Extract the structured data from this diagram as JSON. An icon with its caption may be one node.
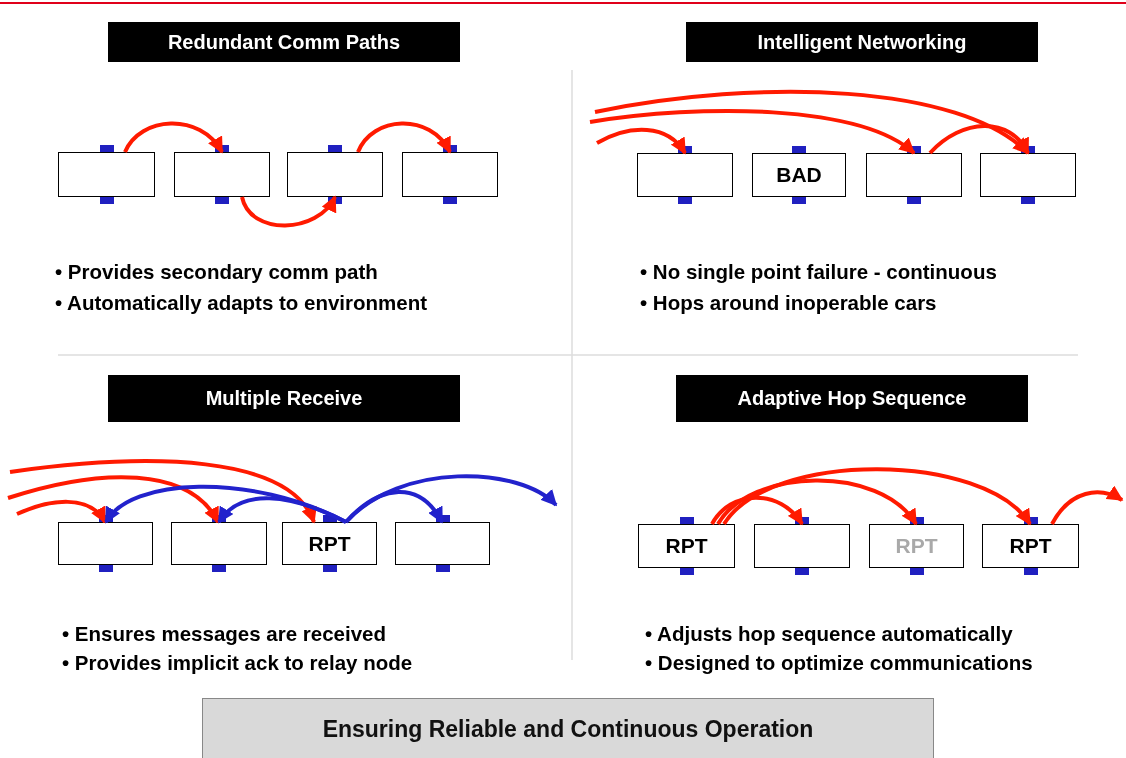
{
  "diagram": {
    "nodes": [
      {
        "text": [
          "Redundant Comm Paths"
        ]
      },
      {
        "text": [],
        "shape": "box"
      },
      {
        "text": [],
        "shape": "box"
      },
      {
        "text": [],
        "shape": "box"
      },
      {
        "text": [],
        "shape": "box"
      },
      {
        "text": [
          "Intelligent Networking"
        ]
      },
      {
        "text": [],
        "shape": "box"
      },
      {
        "text": [
          "BAD"
        ]
      },
      {
        "text": [],
        "shape": "box"
      },
      {
        "text": [],
        "shape": "box"
      },
      {
        "text": [
          "Multiple Receive"
        ]
      },
      {
        "text": [],
        "shape": "box"
      },
      {
        "text": [],
        "shape": "box"
      },
      {
        "text": [
          "RPT"
        ]
      },
      {
        "text": [],
        "shape": "box"
      },
      {
        "text": [
          "Adaptive Hop Sequence"
        ]
      },
      {
        "text": [
          "RPT"
        ]
      },
      {
        "text": [],
        "shape": "box"
      },
      {
        "text": [
          "RPT"
        ]
      },
      {
        "text": [
          "RPT"
        ]
      },
      {
        "text": [
          "Ensuring Reliable and Continuous Operation"
        ]
      }
    ],
    "edges": [
      {
        "from": 1,
        "to": 2,
        "arrow": "to"
      },
      {
        "from": 2,
        "to": 3,
        "arrow": "to"
      },
      {
        "from": 3,
        "to": 4,
        "arrow": "to"
      },
      {
        "from": null,
        "to": 6,
        "arrow": "to"
      },
      {
        "from": null,
        "to": 8,
        "arrow": "to"
      },
      {
        "from": null,
        "to": 9,
        "arrow": "to"
      },
      {
        "from": 8,
        "to": 9,
        "arrow": "to"
      },
      {
        "from": null,
        "to": 11,
        "arrow": "to"
      },
      {
        "from": null,
        "to": 12,
        "arrow": "to"
      },
      {
        "from": null,
        "to": 13,
        "arrow": "to"
      },
      {
        "from": 13,
        "to": 11,
        "arrow": "to",
        "color": "#2222cc"
      },
      {
        "from": 13,
        "to": 12,
        "arrow": "to",
        "color": "#2222cc"
      },
      {
        "from": 13,
        "to": 14,
        "arrow": "to",
        "color": "#2222cc"
      },
      {
        "from": 13,
        "to": null,
        "arrow": "to",
        "color": "#2222cc"
      },
      {
        "from": 16,
        "to": 17,
        "arrow": "to"
      },
      {
        "from": 16,
        "to": 18,
        "arrow": "to"
      },
      {
        "from": 16,
        "to": 19,
        "arrow": "to"
      },
      {
        "from": 19,
        "to": null,
        "arrow": "to"
      }
    ],
    "labels": [
      "• Provides secondary comm path",
      "• Automatically adapts to environment",
      "• No single point failure - continuous",
      "• Hops around inoperable cars",
      "• Ensures messages are received",
      "• Provides implicit ack to relay node",
      "• Adjusts hop sequence automatically",
      "• Designed to optimize communications"
    ]
  }
}
